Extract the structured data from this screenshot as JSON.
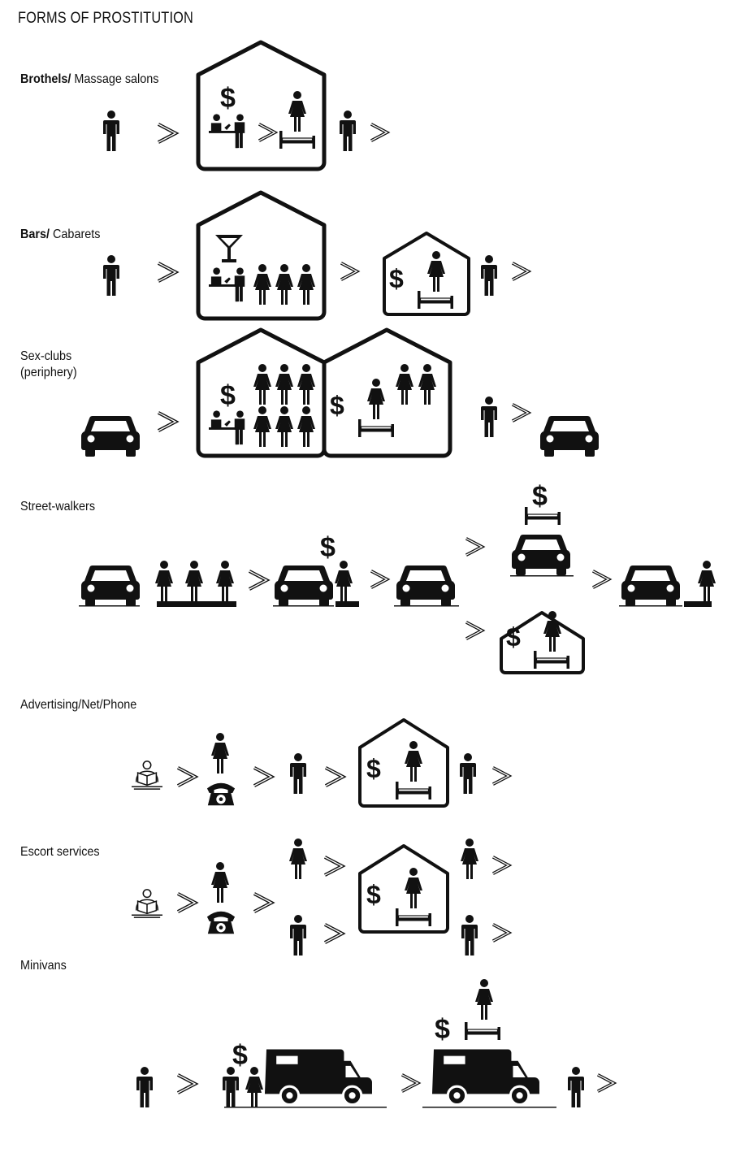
{
  "title": "FORMS OF PROSTITUTION",
  "sections": [
    {
      "id": "brothels",
      "label_bold": "Brothels/",
      "label_rest": " Massage salons"
    },
    {
      "id": "bars",
      "label_bold": "Bars/",
      "label_rest": " Cabarets"
    },
    {
      "id": "sexclubs",
      "label_bold": "Sex-clubs",
      "label_rest": "",
      "label_line2": "(periphery)"
    },
    {
      "id": "street",
      "label_bold": "Street-walkers",
      "label_rest": ""
    },
    {
      "id": "advertising",
      "label_bold": "Advertising/Net/Phone",
      "label_rest": ""
    },
    {
      "id": "escort",
      "label_bold": "Escort services",
      "label_rest": ""
    },
    {
      "id": "minivans",
      "label_bold": "Minivans",
      "label_rest": ""
    }
  ],
  "symbols": {
    "money": "$",
    "arrow": ">"
  },
  "icons": [
    "man-icon",
    "woman-icon",
    "house-icon",
    "bed-icon",
    "car-icon",
    "reception-desk-icon",
    "cocktail-icon",
    "phone-icon",
    "newspaper-reader-icon",
    "minivan-icon"
  ]
}
